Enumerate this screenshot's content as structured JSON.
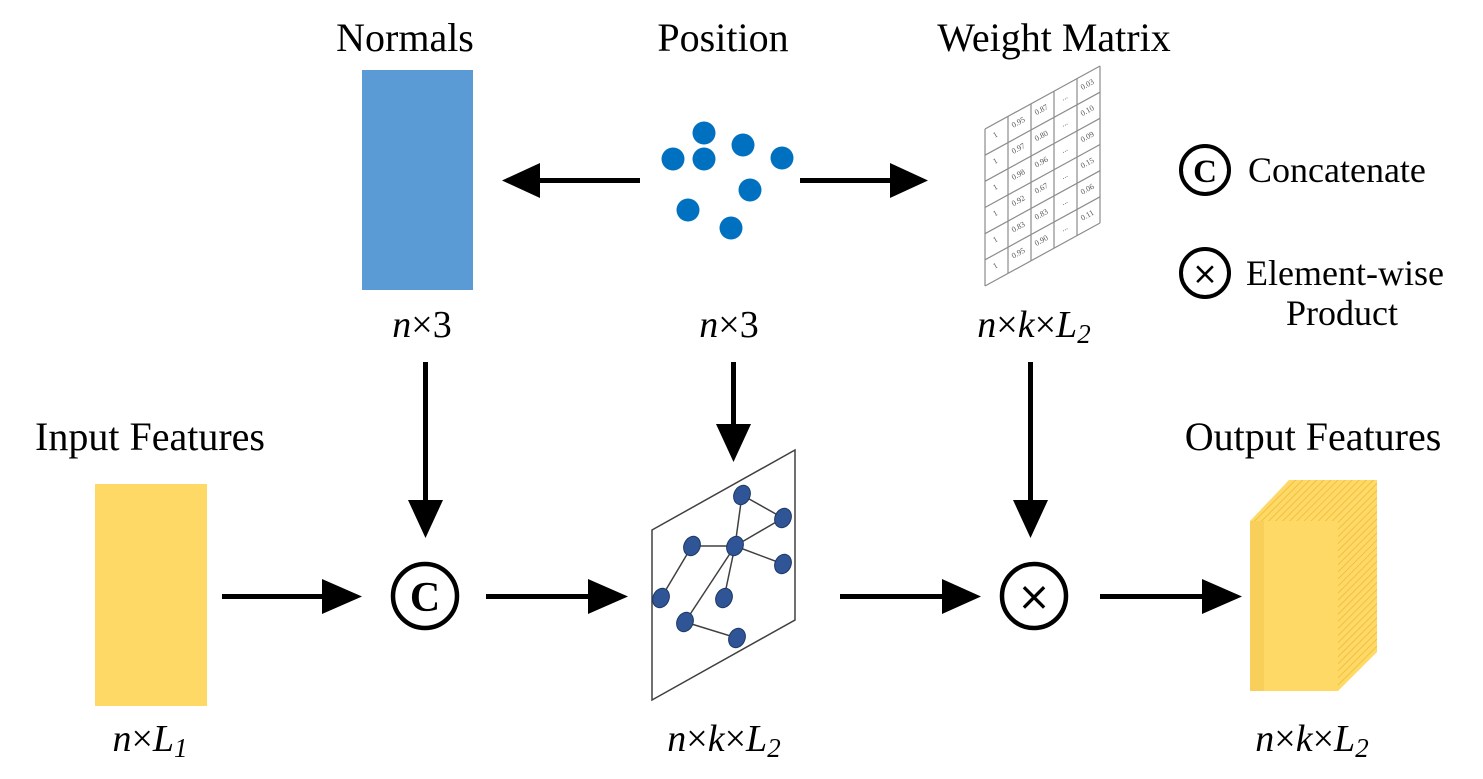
{
  "titles": {
    "normals": "Normals",
    "position": "Position",
    "weight_matrix": "Weight Matrix",
    "input_features": "Input Features",
    "output_features": "Output Features"
  },
  "dims": {
    "normals": {
      "a": "n",
      "b": "3"
    },
    "position": {
      "a": "n",
      "b": "3"
    },
    "weight_matrix": {
      "a": "n",
      "b": "k",
      "c": "L",
      "sub": "2"
    },
    "input_features": {
      "a": "n",
      "b": "L",
      "sub": "1"
    },
    "graph": {
      "a": "n",
      "b": "k",
      "c": "L",
      "sub": "2"
    },
    "output_features": {
      "a": "n",
      "b": "k",
      "c": "L",
      "sub": "2"
    },
    "times": "×"
  },
  "operators": {
    "concat_symbol": "C",
    "product_symbol": "×"
  },
  "legend": {
    "concat_label": "Concatenate",
    "product_label_line1": "Element-wise",
    "product_label_line2": "Product"
  },
  "weight_matrix_cells": [
    [
      "1",
      "0.95",
      "0.87",
      "...",
      "0.03"
    ],
    [
      "1",
      "0.97",
      "0.80",
      "...",
      "0.10"
    ],
    [
      "1",
      "0.98",
      "0.96",
      "...",
      "0.09"
    ],
    [
      "1",
      "0.92",
      "0.67",
      "...",
      "0.15"
    ],
    [
      "1",
      "0.83",
      "0.83",
      "...",
      "0.06"
    ],
    [
      "1",
      "0.95",
      "0.90",
      "...",
      "0.11"
    ]
  ],
  "colors": {
    "normals_block": "#5b9bd5",
    "position_points": "#0070c0",
    "feature_block": "#ffd966",
    "feature_block_side": "#f5c542",
    "graph_nodes": "#2f5597",
    "arrow": "#000000"
  }
}
